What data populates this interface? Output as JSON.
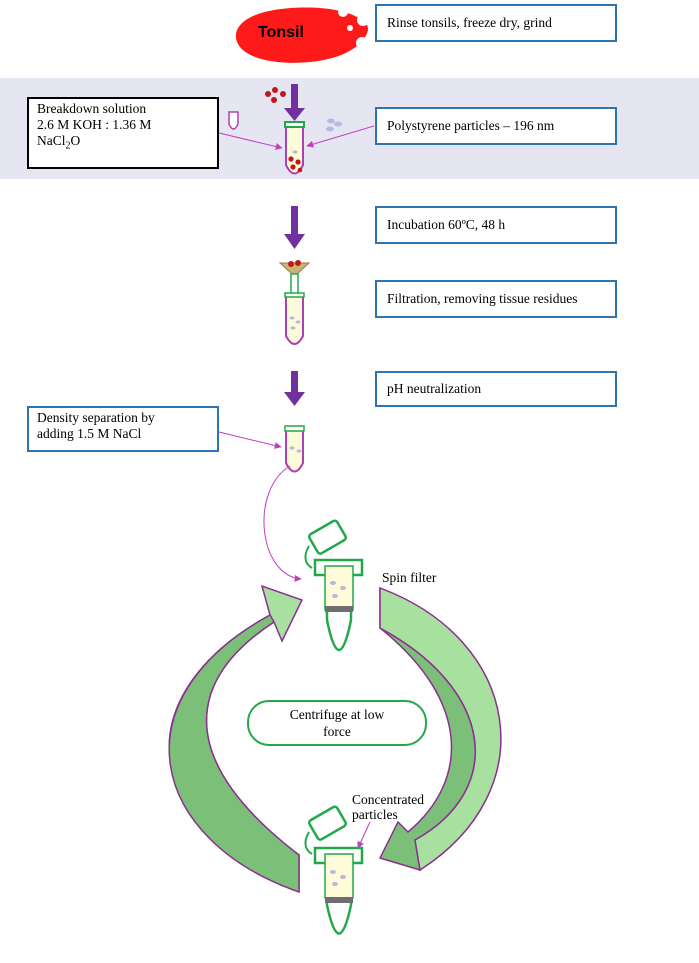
{
  "tonsil_label": "Tonsil",
  "steps": [
    "Rinse tonsils, freeze dry, grind",
    "Polystyrene particles – 196 nm",
    "Incubation  60ºC, 48 h",
    "Filtration, removing tissue residues",
    "pH neutralization"
  ],
  "breakdown": {
    "line1": "Breakdown solution",
    "line2": "2.6 M KOH : 1.36 M",
    "line3_prefix": "NaCl",
    "line3_sub": "2",
    "line3_suffix": "O"
  },
  "density": {
    "line1": "Density separation by",
    "line2": "adding 1.5 M NaCl"
  },
  "spin_filter_label": "Spin filter",
  "centrifuge": {
    "line1": "Centrifuge at low",
    "line2": "force"
  },
  "concentrated": {
    "line1": "Concentrated",
    "line2": "particles"
  },
  "colors": {
    "box_border": "#2e74b5",
    "band": "#e6e6f3",
    "arrow_purple": "#7030a0",
    "tube_green": "#22a84a",
    "tube_fill": "#fdfbd8",
    "cycle_fill": "#a8e0a0",
    "cycle_dark": "#7cbf78",
    "tonsil_red": "#ff1a1a",
    "magenta": "#c03ec0",
    "particle": "#b9b9e0",
    "tissue_red": "#c01818"
  }
}
